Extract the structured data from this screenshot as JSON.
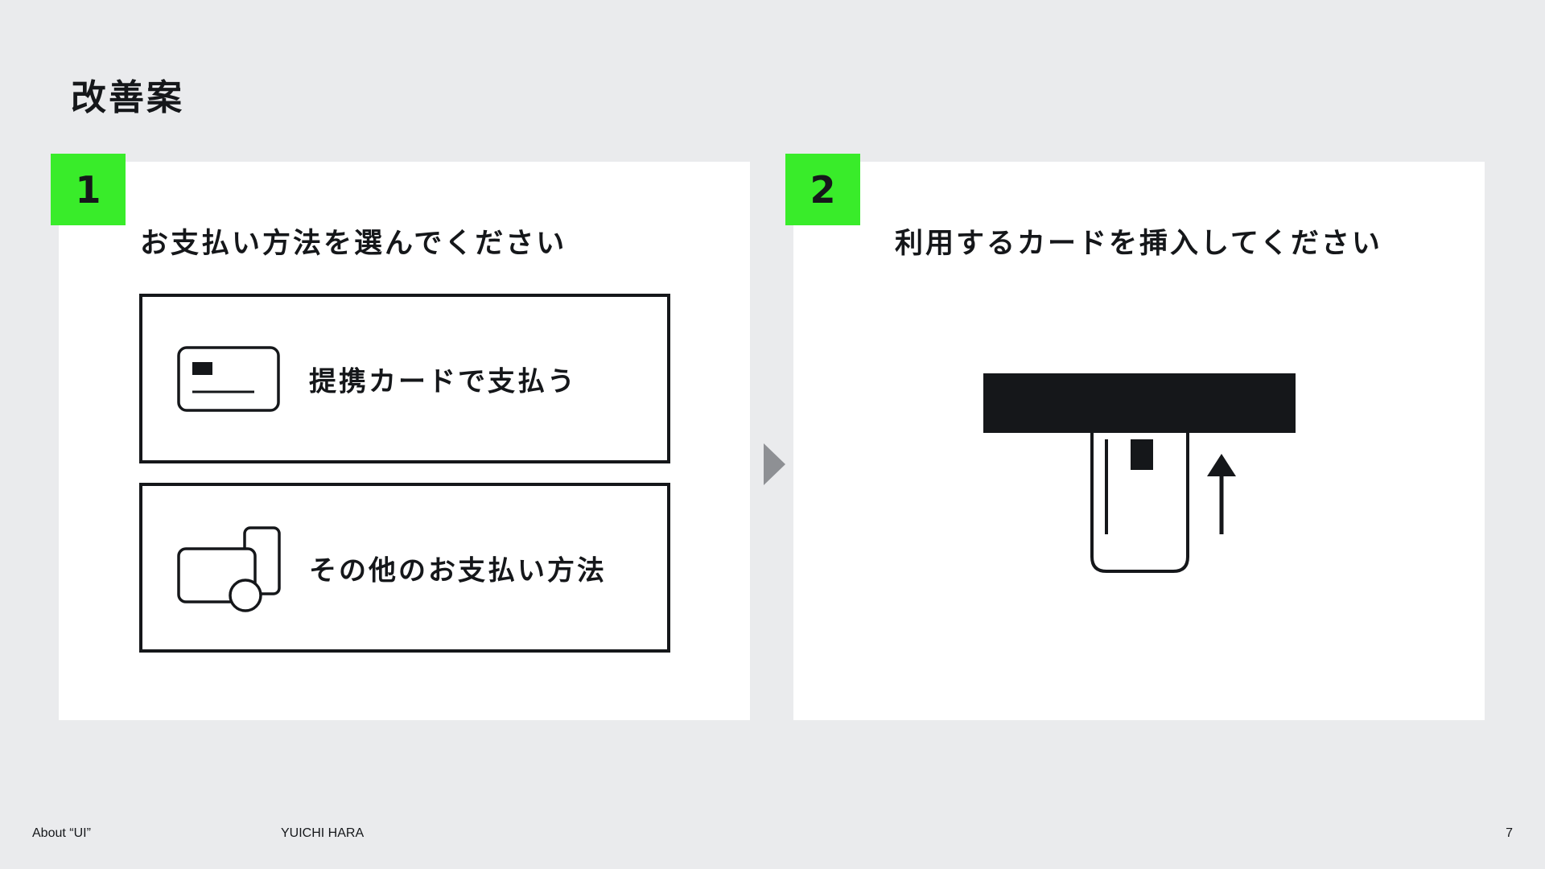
{
  "page": {
    "title": "改善案"
  },
  "steps": [
    {
      "number": "1",
      "heading": "お支払い方法を選んでください",
      "options": [
        {
          "label": "提携カードで支払う",
          "icon": "credit-card-icon"
        },
        {
          "label": "その他のお支払い方法",
          "icon": "other-payment-methods-icon"
        }
      ]
    },
    {
      "number": "2",
      "heading": "利用するカードを挿入してください",
      "illustration": "card-insert-icon"
    }
  ],
  "footer": {
    "left": "About “UI”",
    "author": "YUICHI HARA",
    "page_number": "7"
  },
  "colors": {
    "background": "#EAEBED",
    "panel": "#FFFFFF",
    "accent": "#39EC2A",
    "ink": "#15171A",
    "arrow": "#8E9094"
  }
}
